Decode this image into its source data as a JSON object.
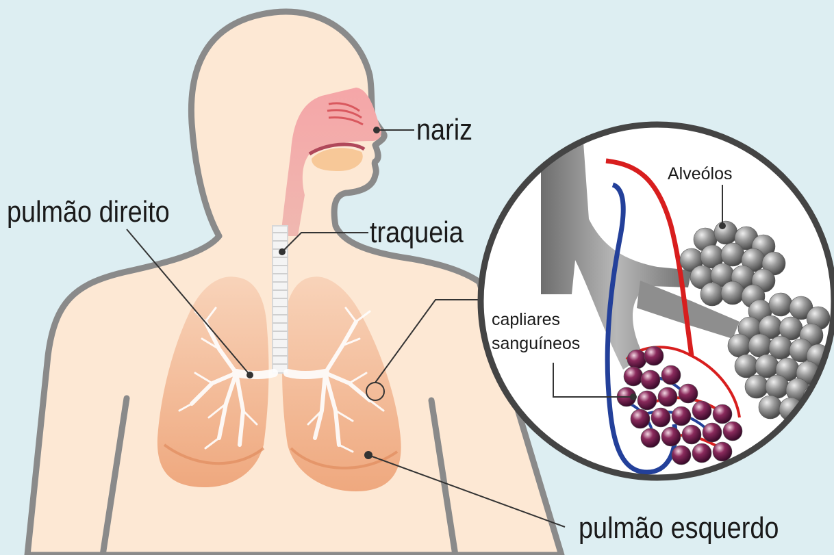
{
  "labels": {
    "nose": "nariz",
    "trachea": "traqueia",
    "right_lung": "pulmão direito",
    "left_lung": "pulmão esquerdo",
    "alveoli": "Alveólos",
    "capillaries_line1": "capliares",
    "capillaries_line2": "sanguíneos"
  },
  "colors": {
    "background": "#ddeef2",
    "skin": "#fde8d4",
    "outline": "#8a8a8a",
    "nasal_cavity": "#f0a0a4",
    "lungs": "#f3b58f",
    "bronchi": "#ffffff",
    "alveoli": "#8f8f8f",
    "artery": "#d81e1e",
    "vein": "#23409a"
  }
}
